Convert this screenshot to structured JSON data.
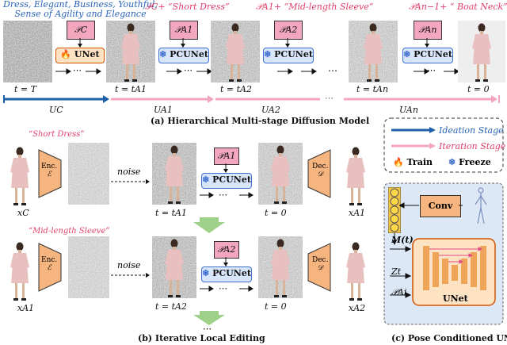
{
  "top": {
    "description_lines": [
      "Dress, Elegant, Business, Youthful,",
      "Sense of Agility and Elegance"
    ],
    "prompt_1": "𝒫C+ “Short Dress”",
    "prompt_2": "𝒫A1+ “Mid-length Sleeve”",
    "prompt_3": "𝒫An−1+ “ Boat Neck”",
    "cond_pc": "𝒫C",
    "cond_a1": "𝒫A1",
    "cond_a2": "𝒫A2",
    "cond_an": "𝒫An",
    "unet_label": "UNet",
    "pcunet_label": "PCUNet",
    "dots": "⋯",
    "t_labels": [
      "t = T",
      "t = tA1",
      "t = tA2",
      "t = tAn",
      "t = 0"
    ],
    "u_labels": [
      "UC",
      "UA1",
      "UA2",
      "UAn"
    ],
    "caption": "(a) Hierarchical Multi-stage Diffusion Model"
  },
  "legend": {
    "ideation": "Ideation Stage",
    "iteration": "Iteration Stage",
    "train": "Train",
    "freeze": "Freeze",
    "blue": "#1f5fa8",
    "pink": "#f4a6c0"
  },
  "editing": {
    "short_dress": "“Short Dress”",
    "mid_length": "“Mid-length Sleeve”",
    "enc": "Enc.",
    "enc_sym": "ℰ",
    "dec": "Dec.",
    "dec_sym": "𝒟",
    "noise": "noise",
    "x_c": "xC",
    "x_a1": "xA1",
    "x_a2": "xA2",
    "t_a1": "t = tA1",
    "t_a2": "t = tA2",
    "t_zero": "t = 0",
    "cond_a1": "𝒫A1",
    "cond_a2": "𝒫A2",
    "pcunet": "PCUNet",
    "dots": "⋯",
    "caption": "(b) Iterative Local Editing"
  },
  "pose": {
    "conv": "Conv",
    "m_t": "M(t)",
    "z_t": "Zt",
    "p_ai": "𝒫Ai",
    "unet": "UNet",
    "caption": "(c) Pose Conditioned UNet"
  }
}
